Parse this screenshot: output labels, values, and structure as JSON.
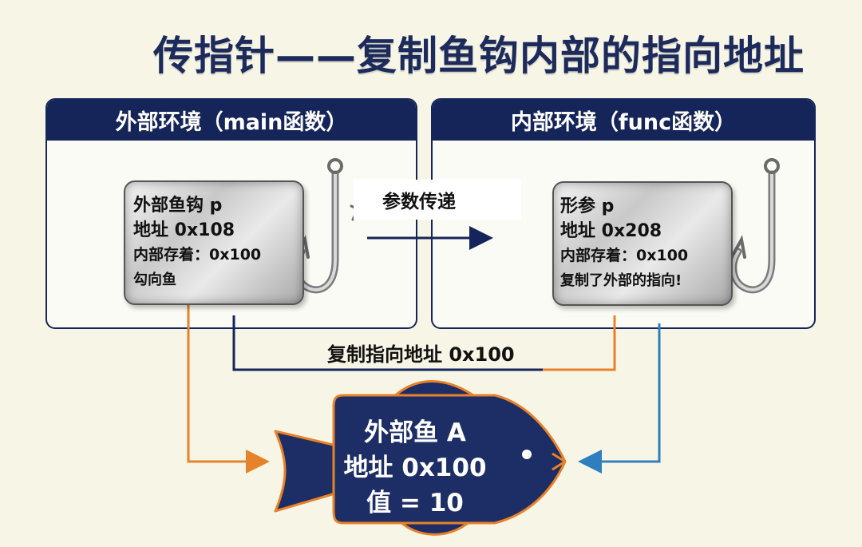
{
  "title": "传指针——复制鱼钩内部的指向地址",
  "left_panel": {
    "header": "外部环境（main函数）",
    "card": {
      "line1": "外部鱼钩 p",
      "line2": "地址 0x108",
      "line3": "内部存着：0x100",
      "line4": "勾向鱼"
    }
  },
  "right_panel": {
    "header": "内部环境（func函数）",
    "card": {
      "line1": "形参 p",
      "line2": "地址 0x208",
      "line3": "内部存着：0x100",
      "line4": "复制了外部的指向!"
    }
  },
  "param_pass_label": "参数传递",
  "copy_label": "复制指向地址 0x100",
  "fish": {
    "line1": "外部鱼 A",
    "line2": "地址 0x100",
    "line3": "值 = 10"
  },
  "colors": {
    "navy": "#162559",
    "orange": "#e8822a",
    "blue": "#2f7fc0",
    "title": "#1d2a5c"
  }
}
